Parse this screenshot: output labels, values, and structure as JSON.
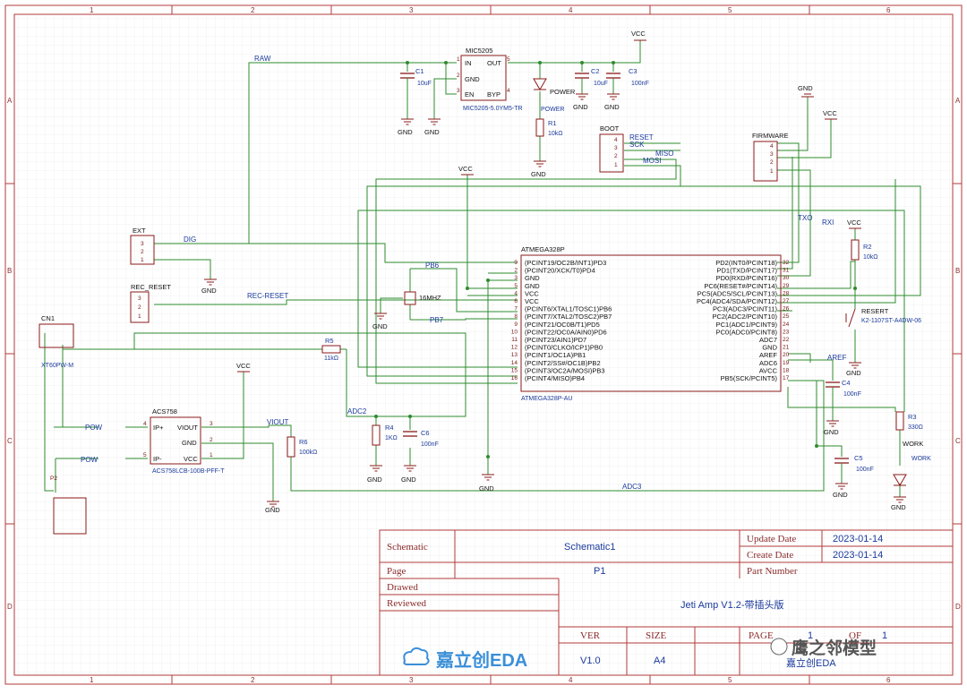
{
  "frame": {
    "columns": [
      "1",
      "2",
      "3",
      "4",
      "5",
      "6"
    ],
    "rows": [
      "A",
      "B",
      "C",
      "D"
    ]
  },
  "net_labels": {
    "raw": "RAW",
    "dig": "DIG",
    "rec_reset": "REC-RESET",
    "pb6": "PB6",
    "pb7": "PB7",
    "adc2": "ADC2",
    "adc3": "ADC3",
    "viout": "VIOUT",
    "reset": "RESET",
    "sck": "SCK",
    "miso": "MISO",
    "mosi": "MOSI",
    "txo": "TXO",
    "rxi": "RXI",
    "aref": "AREF",
    "pow_a": "POW",
    "pow_b": "POW"
  },
  "power": {
    "vcc": "VCC",
    "gnd": "GND"
  },
  "components": {
    "regulator": {
      "ref": "MIC5205",
      "part": "MIC5205-5.0YM5-TR",
      "pins": [
        "IN",
        "GND",
        "EN",
        "OUT",
        "BYP"
      ],
      "pin_nums": [
        "1",
        "2",
        "3",
        "5",
        "4"
      ]
    },
    "c1": {
      "ref": "C1",
      "value": "10uF"
    },
    "c2": {
      "ref": "C2",
      "value": "10uF"
    },
    "c3": {
      "ref": "C3",
      "value": "100nF"
    },
    "c4": {
      "ref": "C4",
      "value": "100nF"
    },
    "c5": {
      "ref": "C5",
      "value": "100nF"
    },
    "c6": {
      "ref": "C6",
      "value": "100nF"
    },
    "r1": {
      "ref": "R1",
      "value": "10kΩ"
    },
    "r2": {
      "ref": "R2",
      "value": "10kΩ"
    },
    "r3": {
      "ref": "R3",
      "value": "330Ω"
    },
    "r4": {
      "ref": "R4",
      "value": "1KΩ"
    },
    "r5": {
      "ref": "R5",
      "value": "11kΩ"
    },
    "r6": {
      "ref": "R6",
      "value": "100kΩ"
    },
    "power_led": {
      "ref": "POWER",
      "label": "POWER"
    },
    "work_led": {
      "ref": "WORK",
      "label": "WORK"
    },
    "crystal": {
      "value": "16MHZ"
    },
    "reset_sw": {
      "ref": "RESERT",
      "part": "K2-1107ST-A4DW-06"
    },
    "boot": {
      "ref": "BOOT",
      "pins": [
        "4",
        "3",
        "2",
        "1"
      ]
    },
    "firmware": {
      "ref": "FIRMWARE",
      "pins": [
        "4",
        "3",
        "2",
        "1"
      ]
    },
    "ext": {
      "ref": "EXT",
      "pins": [
        "3",
        "2",
        "1"
      ]
    },
    "rec_reset_conn": {
      "ref": "REC_RESET",
      "pins": [
        "3",
        "2",
        "1"
      ]
    },
    "cn1": {
      "ref": "CN1",
      "part": "XT60PW-M"
    },
    "p2": {
      "ref": "P2"
    },
    "acs": {
      "ref": "ACS758",
      "part": "ACS758LCB-100B-PFF-T",
      "pins_left": [
        "IP+",
        "IP-"
      ],
      "pins_left_nums": [
        "4",
        "5"
      ],
      "pins_right": [
        "VIOUT",
        "GND",
        "VCC"
      ],
      "pins_right_nums": [
        "3",
        "2",
        "1"
      ]
    },
    "mcu": {
      "ref": "ATMEGA328P",
      "part": "ATMEGA328P-AU",
      "left_pins": [
        {
          "num": "9",
          "name": "(PCINT19/OC2B/INT1)PD3"
        },
        {
          "num": "2",
          "name": "(PCINT20/XCK/T0)PD4"
        },
        {
          "num": "3",
          "name": "GND"
        },
        {
          "num": "5",
          "name": "GND"
        },
        {
          "num": "4",
          "name": "VCC"
        },
        {
          "num": "6",
          "name": "VCC"
        },
        {
          "num": "7",
          "name": "(PCINT6/XTAL1/TOSC1)PB6"
        },
        {
          "num": "8",
          "name": "(PCINT7/XTAL2/TOSC2)PB7"
        },
        {
          "num": "9",
          "name": "(PCINT21/OC0B/T1)PD5"
        },
        {
          "num": "10",
          "name": "(PCINT22/OC0A/AIN0)PD6"
        },
        {
          "num": "11",
          "name": "(PCINT23/AIN1)PD7"
        },
        {
          "num": "12",
          "name": "(PCINT0/CLKO/ICP1)PB0"
        },
        {
          "num": "13",
          "name": "(PCINT1/OC1A)PB1"
        },
        {
          "num": "14",
          "name": "(PCINT2/SS#/OC1B)PB2"
        },
        {
          "num": "15",
          "name": "(PCINT3/OC2A/MOSI)PB3"
        },
        {
          "num": "16",
          "name": "(PCINT4/MISO)PB4"
        }
      ],
      "right_pins": [
        {
          "num": "32",
          "name": "PD2(INT0/PCINT18)"
        },
        {
          "num": "31",
          "name": "PD1(TXD/PCINT17)"
        },
        {
          "num": "30",
          "name": "PD0(RXD/PCINT16)"
        },
        {
          "num": "29",
          "name": "PC6(RESET#/PCINT14)"
        },
        {
          "num": "28",
          "name": "PC5(ADC5/SCL/PCINT13)"
        },
        {
          "num": "27",
          "name": "PC4(ADC4/SDA/PCINT12)"
        },
        {
          "num": "26",
          "name": "PC3(ADC3/PCINT11)"
        },
        {
          "num": "25",
          "name": "PC2(ADC2/PCINT10)"
        },
        {
          "num": "24",
          "name": "PC1(ADC1/PCINT9)"
        },
        {
          "num": "23",
          "name": "PC0(ADC0/PCINT8)"
        },
        {
          "num": "22",
          "name": "ADC7"
        },
        {
          "num": "21",
          "name": "GND"
        },
        {
          "num": "20",
          "name": "AREF"
        },
        {
          "num": "19",
          "name": "ADC6"
        },
        {
          "num": "18",
          "name": "AVCC"
        },
        {
          "num": "17",
          "name": "PB5(SCK/PCINT5)"
        }
      ]
    }
  },
  "title_block": {
    "schematic_label": "Schematic",
    "schematic_value": "Schematic1",
    "page_label": "Page",
    "page_value": "P1",
    "drawed_label": "Drawed",
    "reviewed_label": "Reviewed",
    "project_title": "Jeti Amp V1.2-带插头版",
    "update_date_label": "Update Date",
    "update_date": "2023-01-14",
    "create_date_label": "Create Date",
    "create_date": "2023-01-14",
    "part_number_label": "Part Number",
    "ver_label": "VER",
    "ver_value": "V1.0",
    "size_label": "SIZE",
    "size_value": "A4",
    "page_of_label": "PAGE",
    "page_num": "1",
    "of_label": "OF",
    "page_total": "1",
    "logo_text": "嘉立创EDA",
    "footer_brand": "嘉立创EDA",
    "watermark": "鹰之邻模型"
  },
  "colors": {
    "wire": "#2e8b2e",
    "symbol": "#8b1a1a",
    "netlabel": "#1a3a9c",
    "grid": "#e4e4e4",
    "frame": "#b33a3a"
  }
}
